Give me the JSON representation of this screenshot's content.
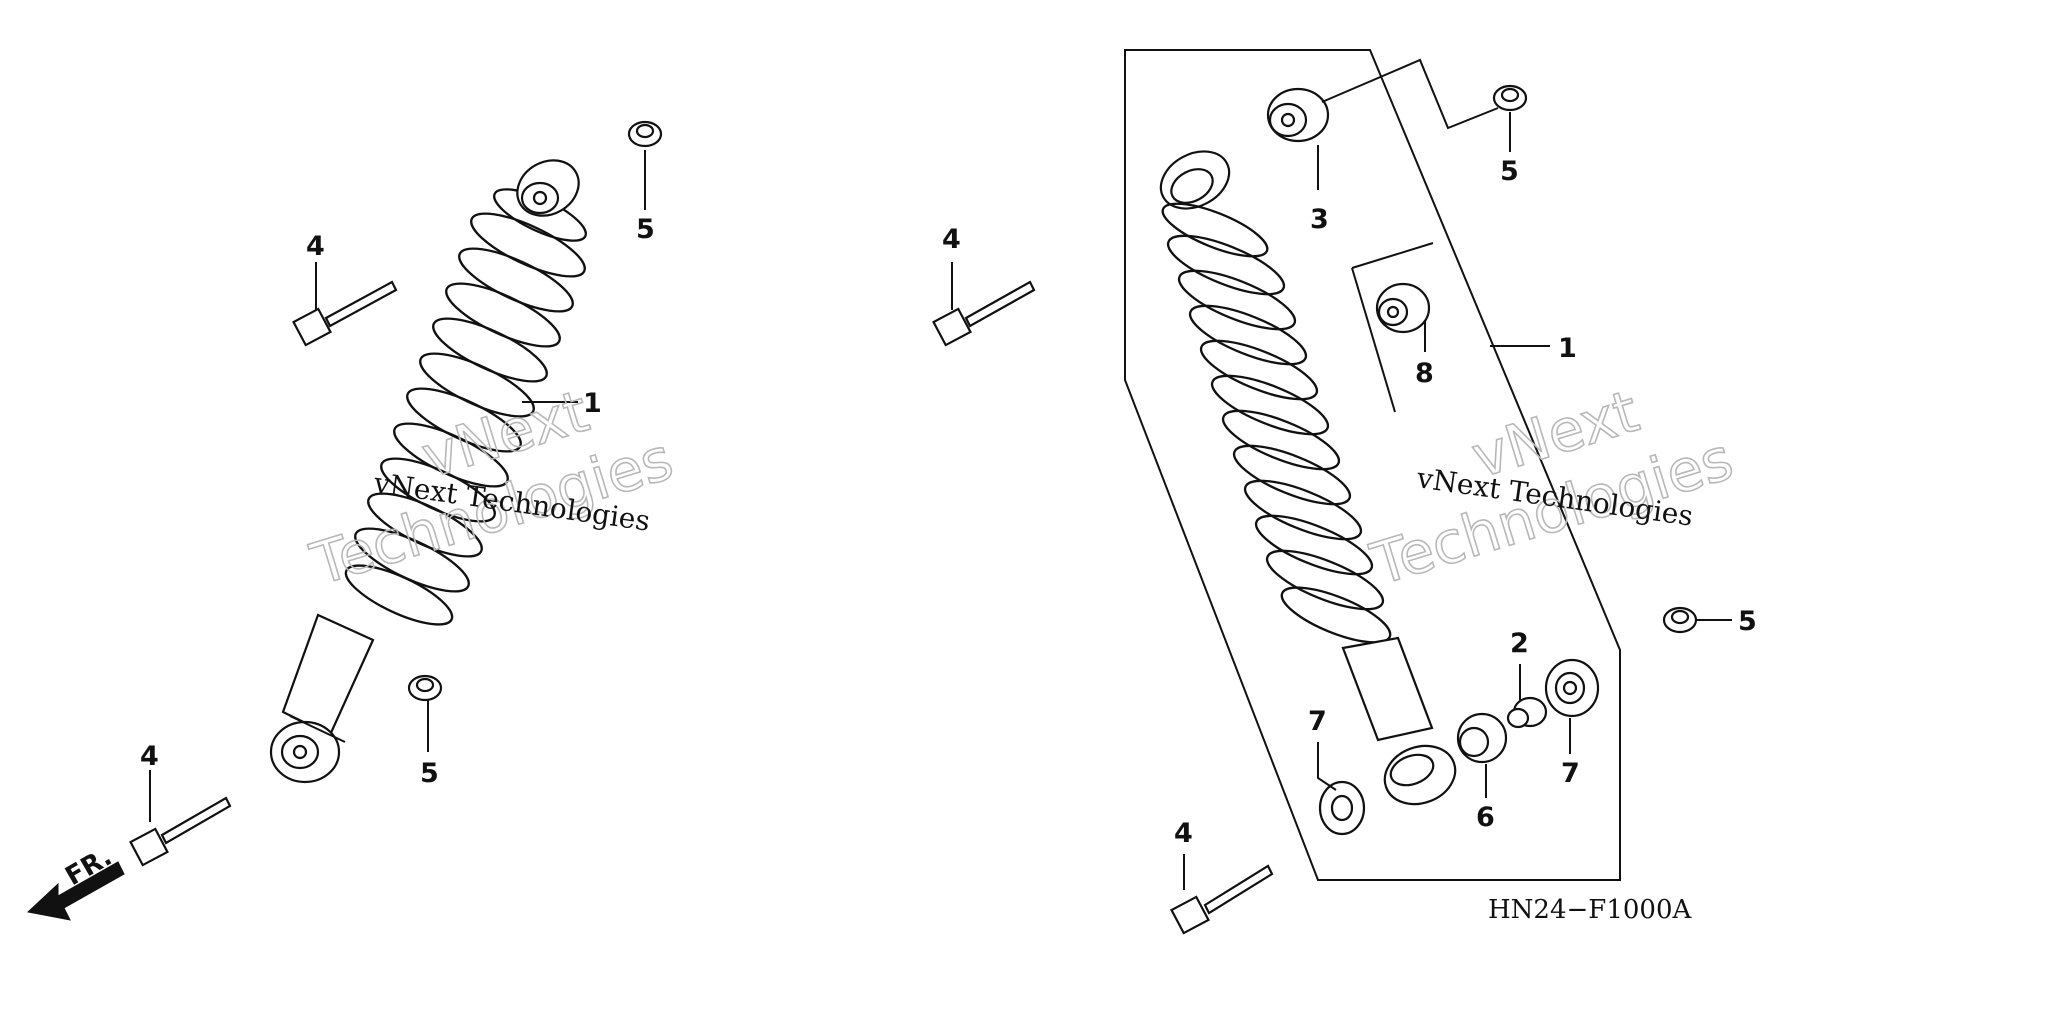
{
  "diagram": {
    "drawing_code": "HN24−F1000A",
    "front_marker": "FR.",
    "watermarks": [
      {
        "small": "vNext Technologies",
        "big_top": "vNext",
        "big_bottom": "Technologies"
      },
      {
        "small": "vNext Technologies",
        "big_top": "vNext",
        "big_bottom": "Technologies"
      }
    ],
    "callouts": {
      "left_nut_top": "5",
      "left_bolt_top": "4",
      "left_shock": "1",
      "left_nut_bottom": "5",
      "left_bolt_bottom": "4",
      "right_bolt_top": "4",
      "right_bushing_top": "3",
      "right_nut_top": "5",
      "right_shock": "1",
      "right_bushing_mid": "8",
      "right_nut_side": "5",
      "right_collar": "2",
      "right_bearing": "6",
      "right_seal_right": "7",
      "right_seal_left": "7",
      "right_bolt_bottom": "4"
    }
  }
}
